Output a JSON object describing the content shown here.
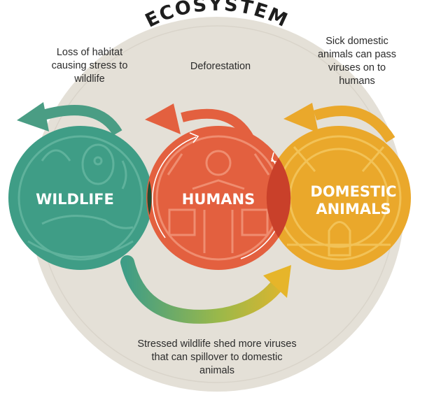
{
  "title": "ECOSYSTEM",
  "nodes": {
    "wildlife": "WILDLIFE",
    "humans": "HUMANS",
    "domestic_line1": "DOMESTIC",
    "domestic_line2": "ANIMALS"
  },
  "captions": {
    "habitat": [
      "Loss of habitat",
      "causing stress to",
      "wildlife"
    ],
    "deforestation": [
      "Deforestation"
    ],
    "sick": [
      "Sick domestic",
      "animals can pass",
      "viruses on to",
      "humans"
    ],
    "stressed": [
      "Stressed wildlife shed more viruses",
      "that can spillover to domestic",
      "animals"
    ]
  },
  "colors": {
    "ecosystem_bg": "#e4e0d7",
    "wildlife": "#3f9d86",
    "humans": "#e3603f",
    "domestic": "#eaa82b",
    "wildlife_arrow": "#4a9d84",
    "humans_arrow": "#e3603f",
    "domestic_arrow": "#eaa82b",
    "overlap_wh": "#1f4d32",
    "overlap_hd": "#c9402a"
  }
}
